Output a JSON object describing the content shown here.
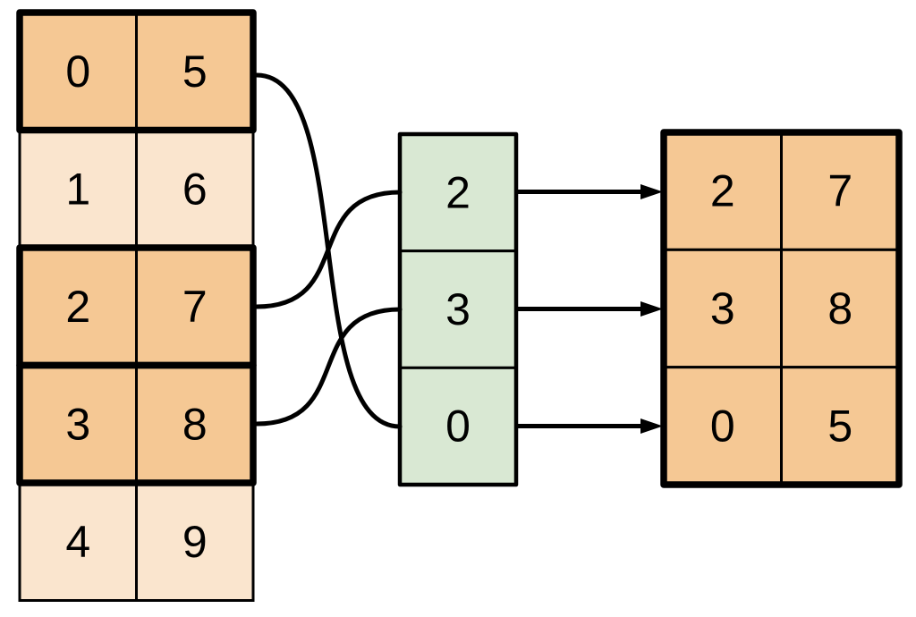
{
  "source_matrix": {
    "rows": [
      {
        "cells": [
          "0",
          "5"
        ],
        "highlighted": true
      },
      {
        "cells": [
          "1",
          "6"
        ],
        "highlighted": false
      },
      {
        "cells": [
          "2",
          "7"
        ],
        "highlighted": true
      },
      {
        "cells": [
          "3",
          "8"
        ],
        "highlighted": true
      },
      {
        "cells": [
          "4",
          "9"
        ],
        "highlighted": false
      }
    ]
  },
  "index_vector": {
    "cells": [
      "2",
      "3",
      "0"
    ]
  },
  "result_matrix": {
    "rows": [
      {
        "cells": [
          "2",
          "7"
        ]
      },
      {
        "cells": [
          "3",
          "8"
        ]
      },
      {
        "cells": [
          "0",
          "5"
        ]
      }
    ]
  },
  "colors": {
    "highlight_fill": "#F5C894",
    "regular_fill": "#FAE5CE",
    "index_fill": "#D9E8D3",
    "line": "#000000"
  }
}
